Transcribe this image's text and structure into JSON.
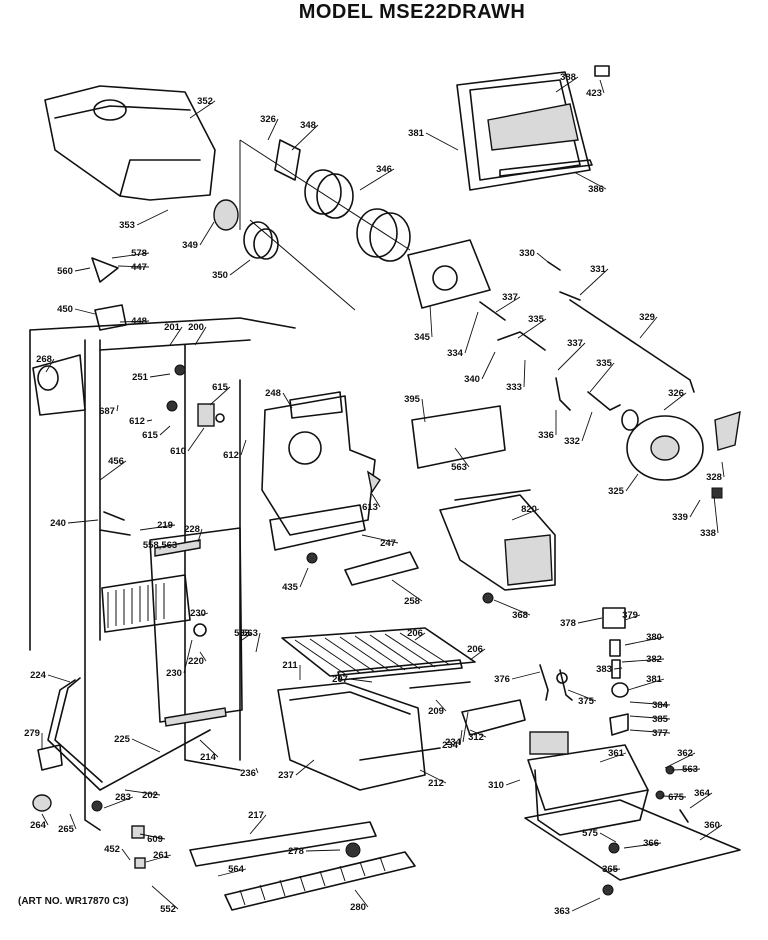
{
  "header": {
    "title": "MODEL MSE22DRAWH"
  },
  "footer": {
    "art_no": "(ART NO. WR17870 C3)"
  },
  "callouts": [
    "352",
    "326",
    "348",
    "346",
    "381",
    "388",
    "423",
    "386",
    "353",
    "349",
    "350",
    "578",
    "447",
    "560",
    "450",
    "448",
    "330",
    "331",
    "201",
    "200",
    "345",
    "337",
    "335",
    "329",
    "334",
    "340",
    "333",
    "268",
    "251",
    "615",
    "248",
    "337",
    "335",
    "563",
    "687",
    "612",
    "615",
    "610",
    "612",
    "395",
    "336",
    "332",
    "326",
    "563",
    "456",
    "613",
    "325",
    "328",
    "240",
    "219",
    "820",
    "558,563",
    "228",
    "339",
    "338",
    "234",
    "247",
    "435",
    "258",
    "368",
    "230",
    "206",
    "378",
    "379",
    "563",
    "380",
    "224",
    "230",
    "220",
    "211",
    "207",
    "206",
    "376",
    "382",
    "383",
    "381",
    "375",
    "384",
    "385",
    "209",
    "234",
    "312",
    "377",
    "279",
    "225",
    "214",
    "236",
    "362",
    "237",
    "361",
    "212",
    "563",
    "310",
    "202",
    "283",
    "264",
    "265",
    "675",
    "364",
    "217",
    "609",
    "575",
    "360",
    "452",
    "261",
    "278",
    "366",
    "365",
    "564",
    "552",
    "280",
    "363"
  ]
}
